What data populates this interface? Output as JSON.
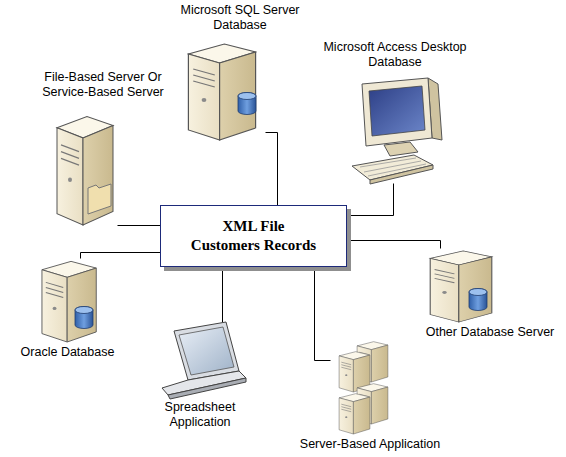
{
  "diagram": {
    "nodes": [
      {
        "text": [
          "Microsoft SQL Server Database"
        ]
      },
      {
        "text": [
          "File-Based Server Or Service-Based Server"
        ]
      },
      {
        "text": [
          "Microsoft Access Desktop Database"
        ]
      },
      {
        "text": [
          "XML File Customers Records"
        ]
      },
      {
        "text": [
          "Other Database Server"
        ]
      },
      {
        "text": [
          "Oracle Database"
        ]
      },
      {
        "text": [
          "Spreadsheet Application"
        ]
      },
      {
        "text": [
          "Server-Based Application"
        ]
      }
    ],
    "edges": [
      {
        "from": 3,
        "to": 0,
        "arrow": "none"
      },
      {
        "from": 3,
        "to": 1,
        "arrow": "none"
      },
      {
        "from": 3,
        "to": 2,
        "arrow": "none"
      },
      {
        "from": 3,
        "to": 4,
        "arrow": "none"
      },
      {
        "from": 3,
        "to": 5,
        "arrow": "none"
      },
      {
        "from": 3,
        "to": 6,
        "arrow": "none"
      },
      {
        "from": 3,
        "to": 7,
        "arrow": "none"
      }
    ]
  }
}
